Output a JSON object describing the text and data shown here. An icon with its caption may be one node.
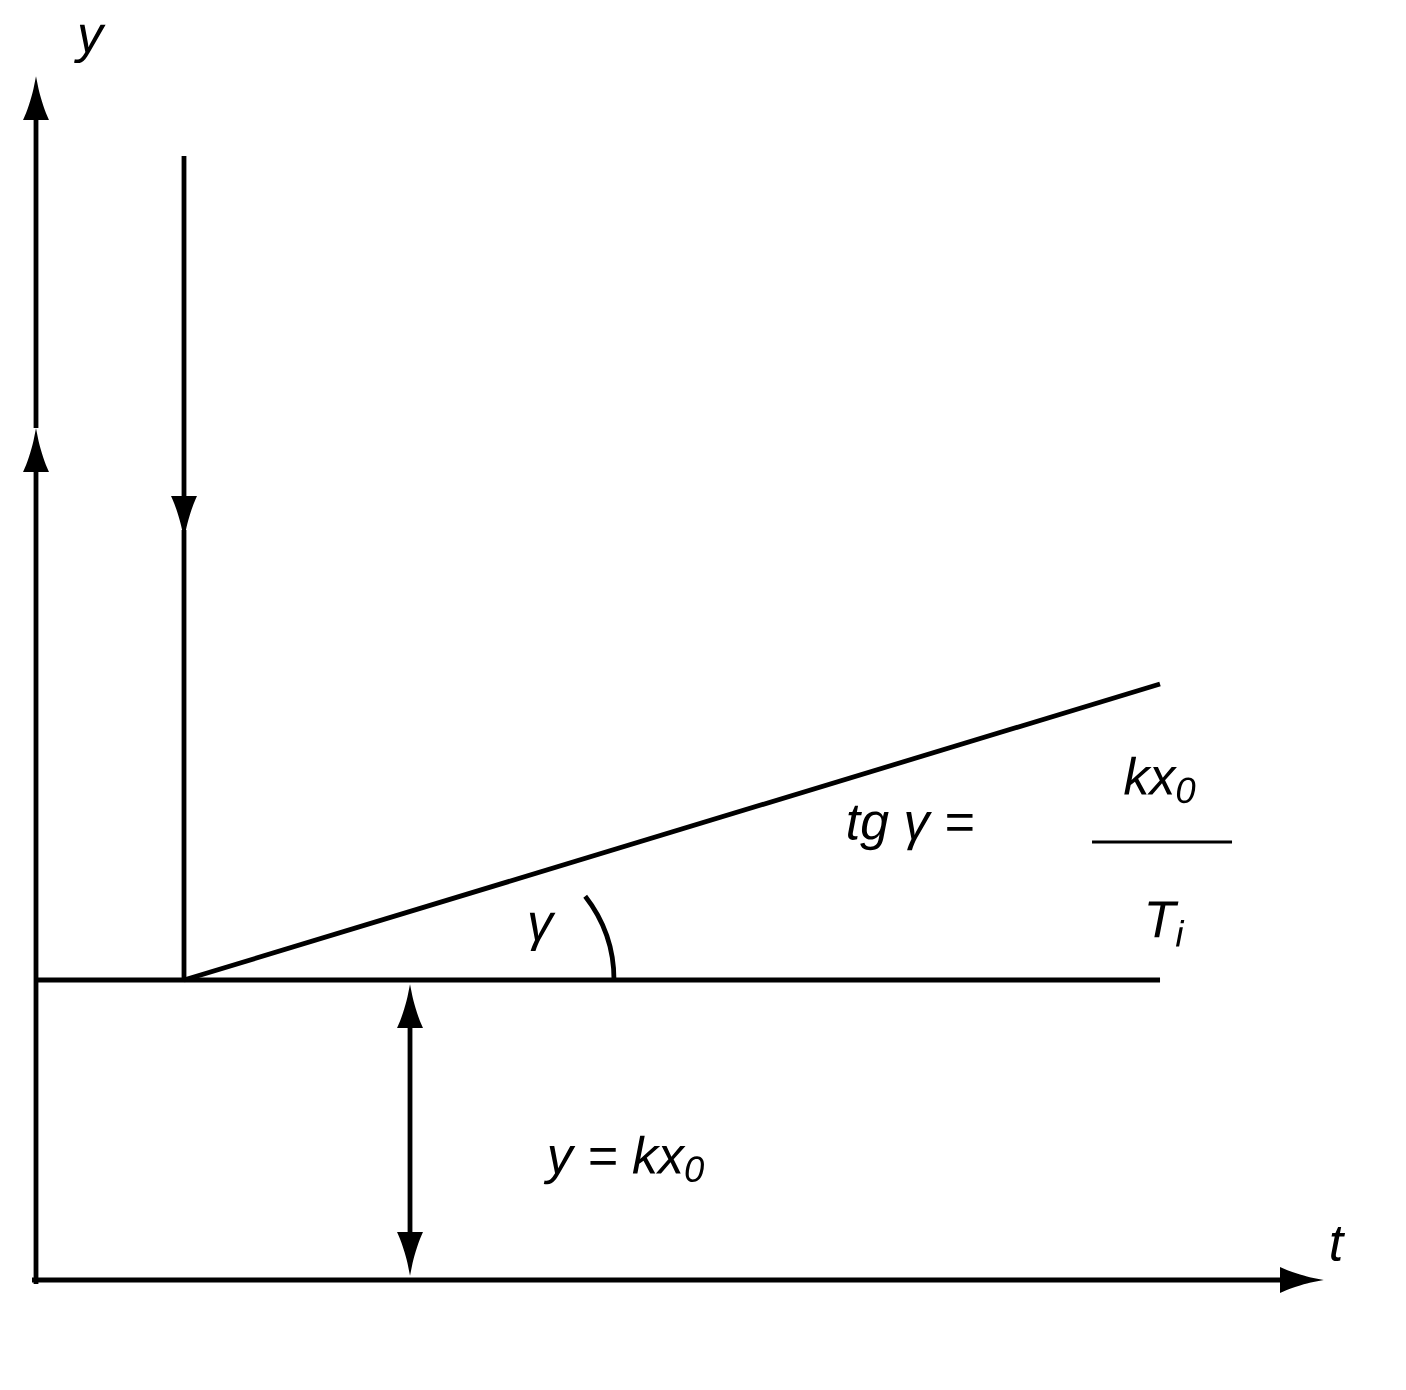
{
  "diagram": {
    "labels": [
      "y",
      "t",
      "γ",
      "tg γ =",
      "kx$_{0}$",
      "T$_{i}$",
      "y = kx$_{0}$"
    ]
  }
}
